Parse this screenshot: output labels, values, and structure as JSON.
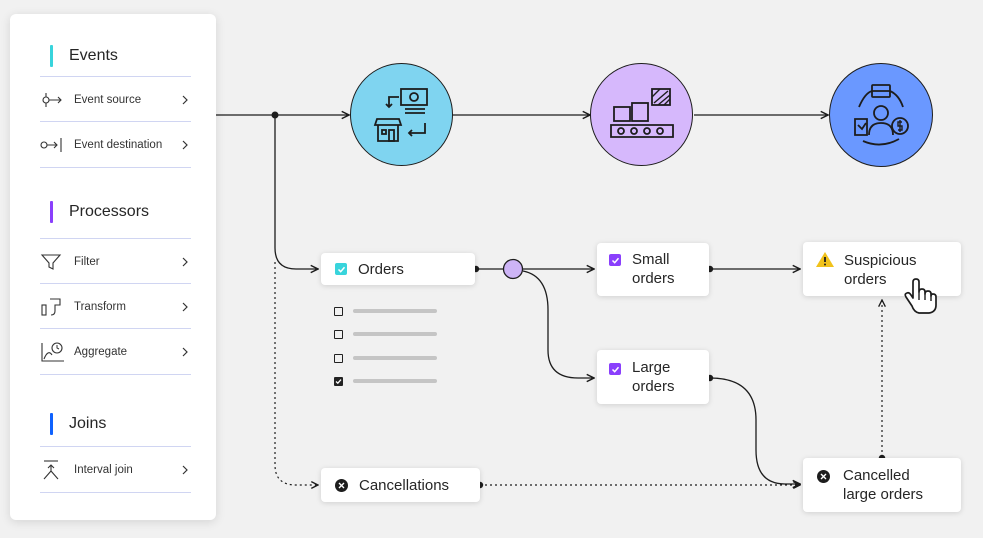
{
  "palette": {
    "sections": [
      {
        "title": "Events",
        "accent": "#38d4dc",
        "items": [
          {
            "label": "Event source",
            "icon": "event-source-icon"
          },
          {
            "label": "Event destination",
            "icon": "event-destination-icon"
          }
        ]
      },
      {
        "title": "Processors",
        "accent": "#8a3ffc",
        "items": [
          {
            "label": "Filter",
            "icon": "filter-icon"
          },
          {
            "label": "Transform",
            "icon": "transform-icon"
          },
          {
            "label": "Aggregate",
            "icon": "aggregate-icon"
          }
        ]
      },
      {
        "title": "Joins",
        "accent": "#0f62fe",
        "items": [
          {
            "label": "Interval join",
            "icon": "interval-join-icon"
          }
        ]
      }
    ]
  },
  "flow": {
    "stages": [
      {
        "icon": "store-exchange-icon",
        "fill": "#7fd4f0"
      },
      {
        "icon": "conveyor-packages-icon",
        "fill": "#d6b8fc"
      },
      {
        "icon": "customer-payment-icon",
        "fill": "#6a98ff"
      }
    ],
    "nodes": {
      "orders": "Orders",
      "small_orders": "Small orders",
      "large_orders": "Large orders",
      "suspicious_orders": "Suspicious orders",
      "cancellations": "Cancellations",
      "cancelled_large_orders": "Cancelled large orders"
    },
    "join_point_color": "#cdb4f6",
    "checkbox_color": "#38d4dc",
    "processor_check_color": "#8a3ffc",
    "warning_color": "#f1c21b",
    "orders_checklist": [
      false,
      false,
      false,
      true
    ]
  }
}
